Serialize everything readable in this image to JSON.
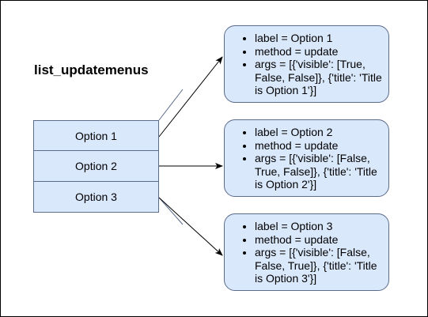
{
  "diagram": {
    "title": "list_updatemenus",
    "options": [
      {
        "label": "Option 1"
      },
      {
        "label": "Option 2"
      },
      {
        "label": "Option 3"
      }
    ],
    "cards": [
      {
        "lines": [
          "label = Option 1",
          "method = update",
          "args = [{'visible': [True, False, False]}, {'title': 'Title is Option 1'}]"
        ]
      },
      {
        "lines": [
          "label = Option 2",
          "method = update",
          "args = [{'visible': [False, True, False]}, {'title': 'Title is Option 2'}]"
        ]
      },
      {
        "lines": [
          "label = Option 3",
          "method = update",
          "args = [{'visible': [False, False, True]}, {'title': 'Title is Option 3'}]"
        ]
      }
    ],
    "colors": {
      "box_fill": "#dae8fc",
      "box_stroke": "#5b6b8a",
      "arrow": "#000000",
      "guide_line": "#5b6b8a"
    }
  }
}
